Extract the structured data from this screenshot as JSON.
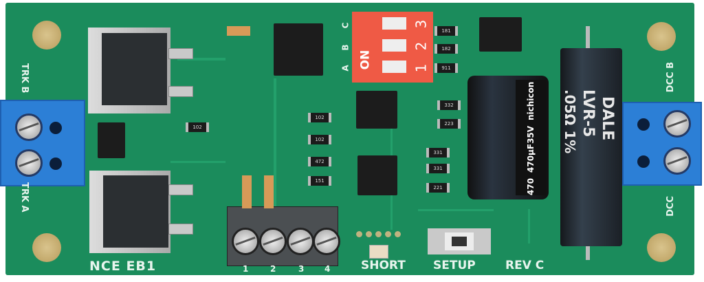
{
  "board": {
    "colors": {
      "pcb": "#1b8c5c",
      "terminal": "#2c7fd6",
      "dip_switch": "#ef5a45",
      "mounting_hole": "#d0b878"
    },
    "silkscreen": {
      "model": "NCE EB1",
      "revision": "REV C",
      "short_label": "SHORT",
      "setup_label": "SETUP",
      "trk_b": "TRK B",
      "trk_a": "TRK A",
      "dcc_b": "DCC B",
      "dcc": "DCC",
      "terminal_numbers": [
        "1",
        "2",
        "3",
        "4"
      ],
      "dip_letters": [
        "C",
        "B",
        "A"
      ]
    },
    "dip_switch": {
      "on_label": "ON",
      "numbers": [
        "3",
        "2",
        "1"
      ]
    },
    "capacitor": {
      "brand": "nichicon",
      "rating": "470µF35V",
      "value": "470"
    },
    "resistor": {
      "brand": "DALE",
      "model": "LVR-5",
      "value": ".05Ω 1%"
    },
    "smd_codes": [
      "181",
      "182",
      "911",
      "102",
      "102",
      "472",
      "151",
      "332",
      "223",
      "331",
      "331",
      "221",
      "102"
    ]
  }
}
